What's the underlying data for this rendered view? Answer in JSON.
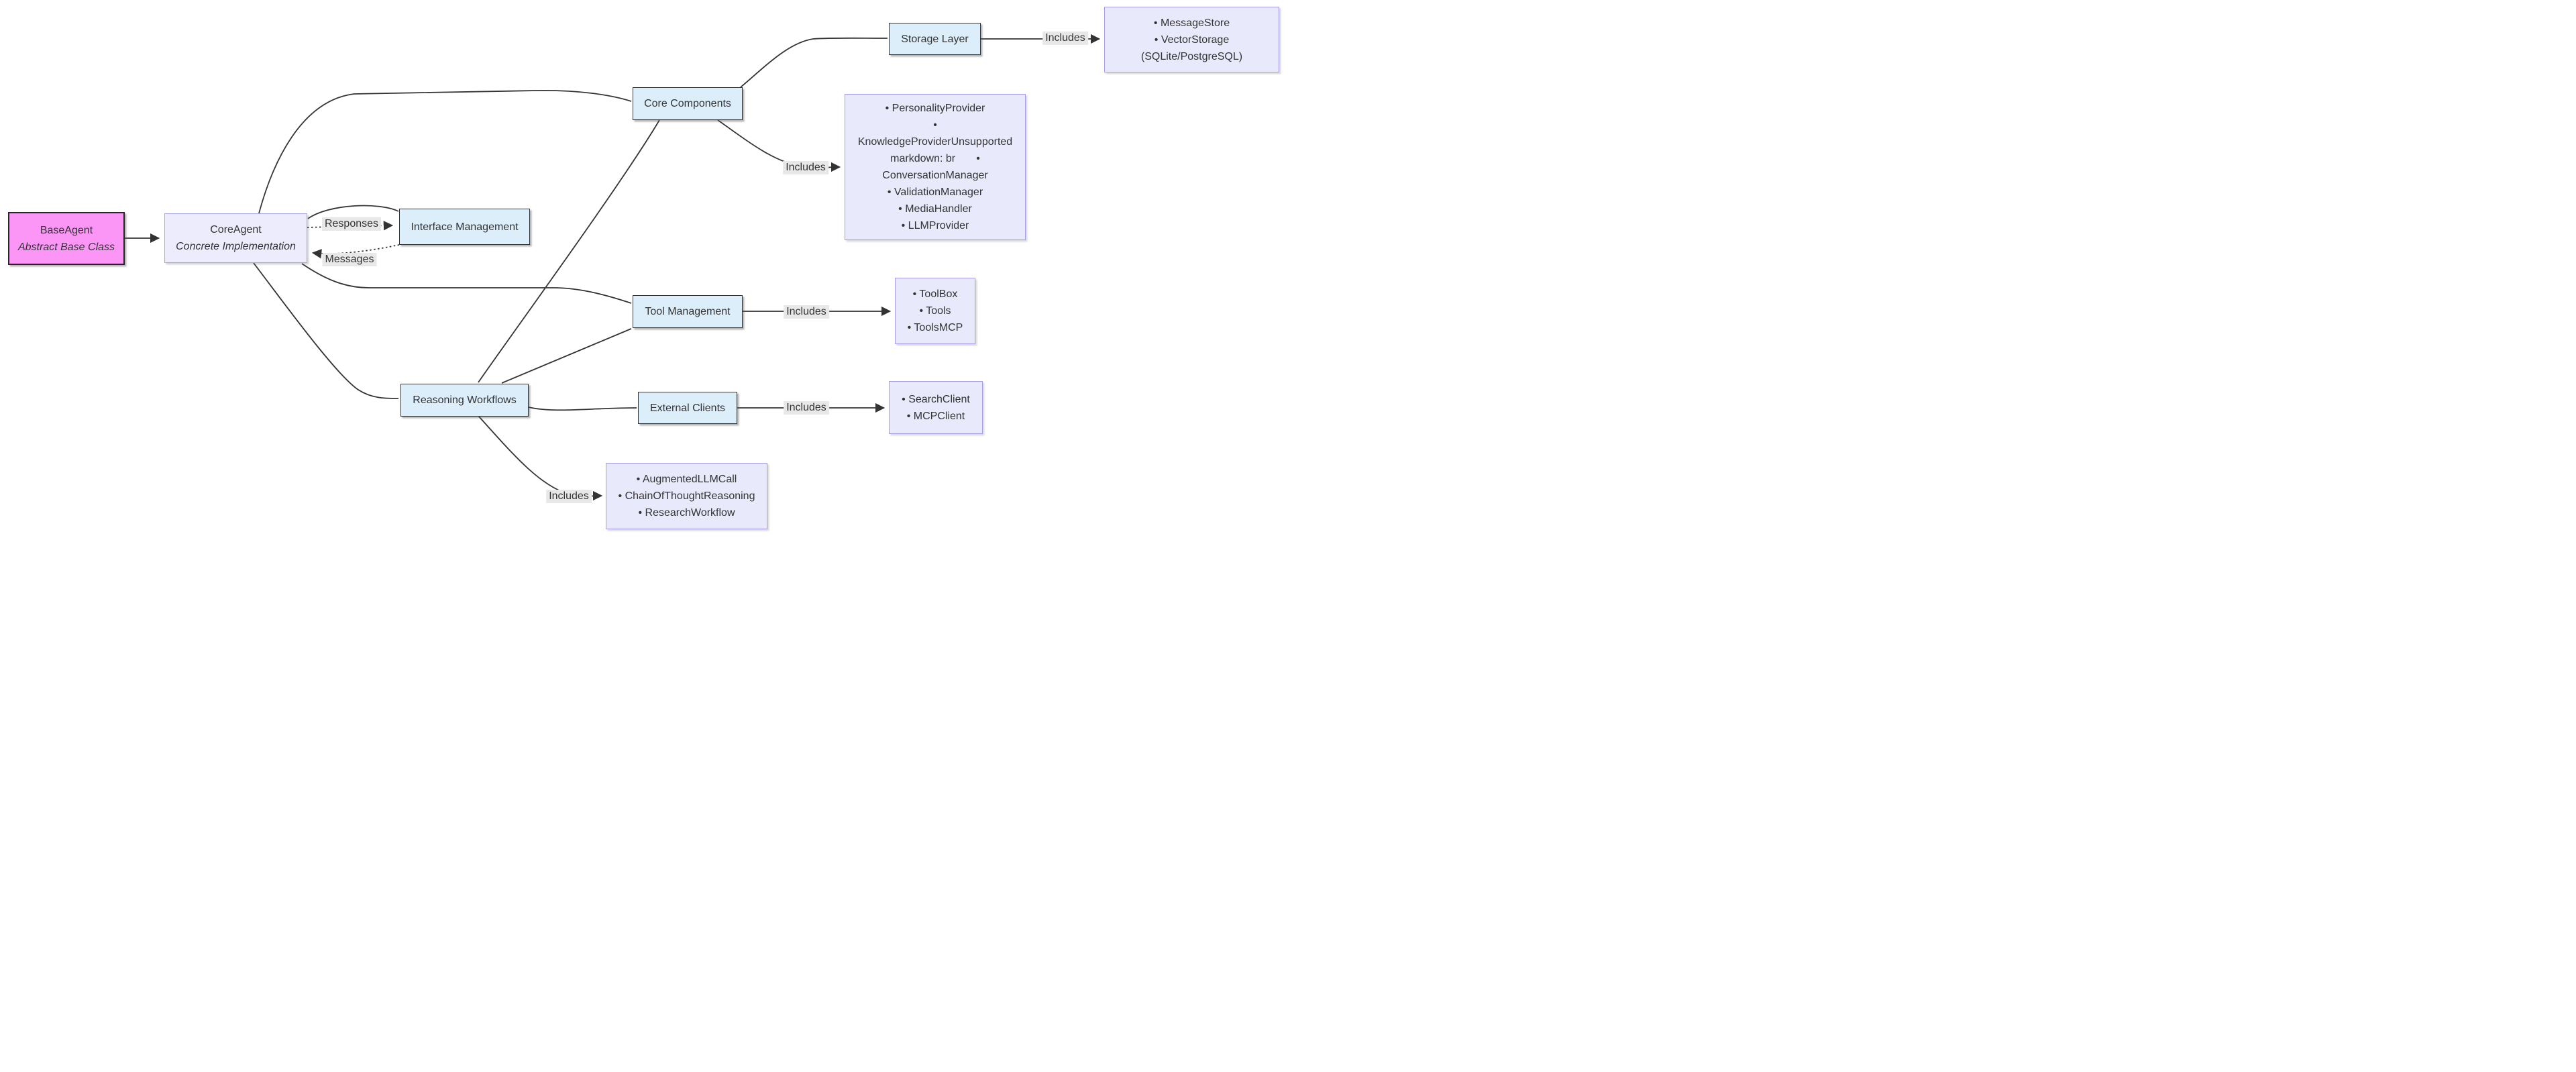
{
  "diagram": {
    "nodes": {
      "baseagent": {
        "title": "BaseAgent",
        "subtitle": "Abstract Base Class"
      },
      "coreagent": {
        "title": "CoreAgent",
        "subtitle": "Concrete Implementation"
      },
      "interface_management": {
        "label": "Interface Management"
      },
      "core_components": {
        "label": "Core Components"
      },
      "storage_layer": {
        "label": "Storage Layer"
      },
      "tool_management": {
        "label": "Tool Management"
      },
      "reasoning_workflows": {
        "label": "Reasoning Workflows"
      },
      "external_clients": {
        "label": "External Clients"
      },
      "storage_list": {
        "lines": [
          "• MessageStore",
          "• VectorStorage",
          "(SQLite/PostgreSQL)"
        ]
      },
      "core_list": {
        "lines": [
          "• PersonalityProvider",
          "•",
          "KnowledgeProviderUnsupported",
          "markdown: br       •",
          "ConversationManager",
          "• ValidationManager",
          "• MediaHandler",
          "• LLMProvider"
        ]
      },
      "tool_list": {
        "lines": [
          "• ToolBox",
          "• Tools",
          "• ToolsMCP"
        ]
      },
      "external_list": {
        "lines": [
          "• SearchClient",
          "• MCPClient"
        ]
      },
      "reasoning_list": {
        "lines": [
          "• AugmentedLLMCall",
          "• ChainOfThoughtReasoning",
          "• ResearchWorkflow"
        ]
      }
    },
    "edge_labels": {
      "responses": "Responses",
      "messages": "Messages",
      "includes_storage": "Includes",
      "includes_core": "Includes",
      "includes_tool": "Includes",
      "includes_external": "Includes",
      "includes_reasoning": "Includes"
    },
    "colors": {
      "node_blue_fill": "#ddeefb",
      "node_blue_border": "#333333",
      "node_pink_fill": "#fb96f7",
      "node_pink_border": "#262626",
      "node_lavender_fill": "#ececfd",
      "node_lavender_border": "#a6a6e8",
      "list_fill": "#e9e9fc",
      "list_border": "#a59ce8",
      "edge": "#333333",
      "label_bg": "#e8e8e8",
      "text": "#333333"
    }
  }
}
